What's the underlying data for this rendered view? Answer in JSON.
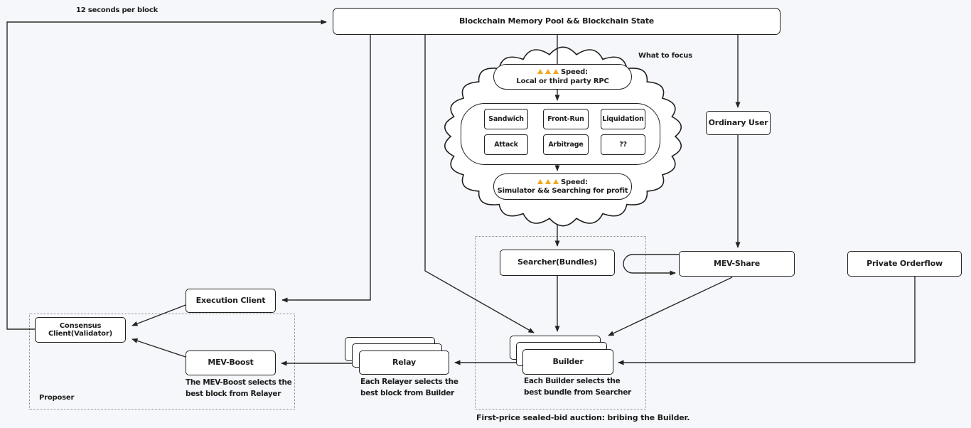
{
  "diagram": {
    "title_node": "Blockchain Memory Pool && Blockchain State",
    "labels": {
      "block_time": "12 seconds per block",
      "what_to_focus": "What to focus",
      "proposer": "Proposer",
      "auction_note": "First-price sealed-bid auction: bribing the Builder."
    },
    "nodes": {
      "ordinary_user": "Ordinary User",
      "mev_share": "MEV-Share",
      "private_orderflow": "Private Orderflow",
      "searcher": "Searcher(Bundles)",
      "execution_client": "Execution Client",
      "consensus_client": "Consensus Client(Validator)",
      "mev_boost": "MEV-Boost",
      "relay": "Relay",
      "builder": "Builder"
    },
    "cloud": {
      "rpc_speed_title": "Speed:",
      "rpc_speed_sub": "Local or third party RPC",
      "strategies": [
        "Sandwich",
        "Front-Run",
        "Liquidation",
        "Attack",
        "Arbitrage",
        "??"
      ],
      "sim_speed_title": "Speed:",
      "sim_speed_sub": "Simulator && Searching for profit",
      "warning_icon_count": 3
    },
    "notes": {
      "mev_boost_note": "The MEV-Boost selects the best block from Relayer",
      "relay_note": "Each Relayer selects the best block from Builder",
      "builder_note": "Each Builder selects the best bundle from Searcher"
    },
    "colors": {
      "warning": "#f2a71d",
      "stroke": "#1f1f1f",
      "background": "#f6f7fa"
    }
  }
}
